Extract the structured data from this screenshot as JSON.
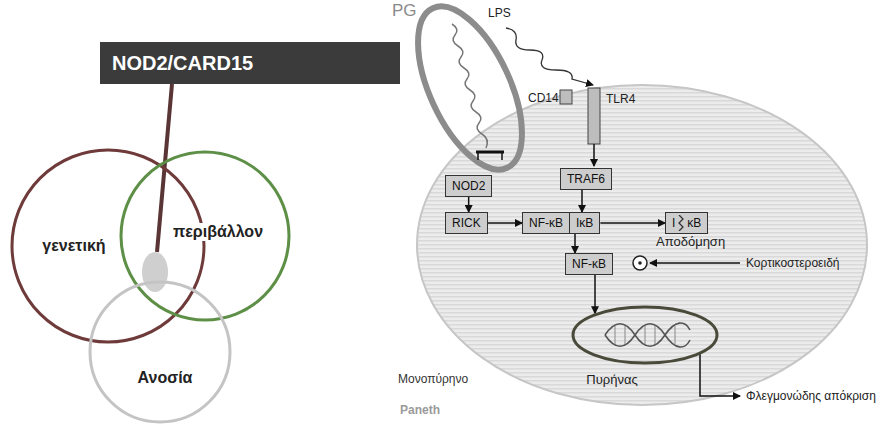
{
  "diagram": {
    "nodes": [
      {
        "text": [
          "NOD2/CARD15"
        ]
      },
      {
        "text": [
          "γενετική"
        ]
      },
      {
        "text": [
          "περιβάλλον"
        ]
      },
      {
        "text": [
          "Ανοσία"
        ]
      },
      {
        "text": [
          "NOD2"
        ]
      },
      {
        "text": [
          "TRAF6"
        ]
      },
      {
        "text": [
          "RICK"
        ]
      },
      {
        "text": [
          "NF-κB",
          "IκB"
        ]
      },
      {
        "text": [
          "I",
          "κB"
        ]
      },
      {
        "text": [
          "NF-κB"
        ]
      },
      {
        "text": [
          "Πυρήνας"
        ]
      }
    ],
    "edges": [
      {
        "from": 4,
        "to": 6,
        "arrow": "to"
      },
      {
        "from": 5,
        "to": 7,
        "arrow": "to"
      },
      {
        "from": 6,
        "to": 7,
        "arrow": "to"
      },
      {
        "from": 7,
        "to": 8,
        "arrow": "to"
      },
      {
        "from": 7,
        "to": 9,
        "arrow": "to"
      },
      {
        "from": 9,
        "to": 10,
        "arrow": "to"
      }
    ],
    "labels": [
      "PG",
      "LPS",
      "CD14",
      "TLR4",
      "Αποδόμηση",
      "Κορτικοστεροειδή",
      "Μονοπύρηνο",
      "Paneth",
      "Φλεγμονώδης απόκριση"
    ]
  }
}
